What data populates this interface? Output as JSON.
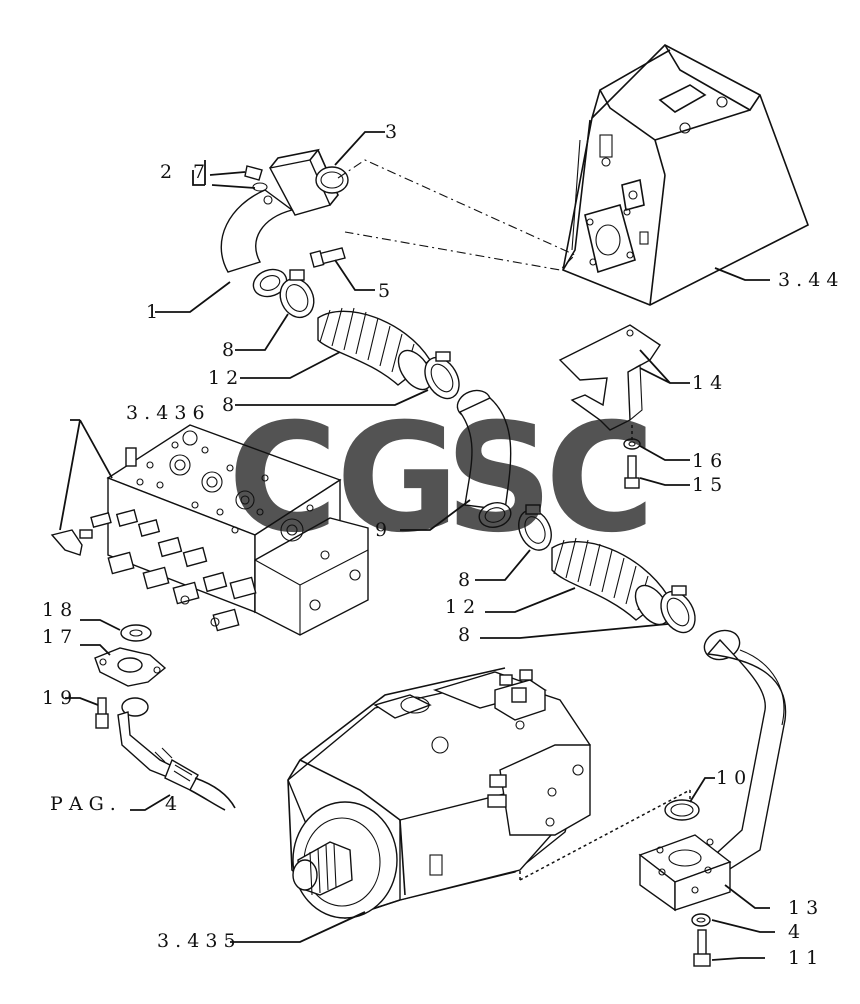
{
  "callouts": {
    "c1": "1",
    "c2": "2",
    "c7": "7",
    "c3": "3",
    "c5": "5",
    "c8a": "8",
    "c12a": "1 2",
    "c8b": "8",
    "c3436": "3 . 4 3 6",
    "c9": "9",
    "c14": "1 4",
    "c16": "1 6",
    "c15": "1 5",
    "c8c": "8",
    "c12b": "1 2",
    "c8d": "8",
    "c18": "1 8",
    "c17": "1 7",
    "c19": "1 9",
    "cpag": "P A G .",
    "cpag4": "4",
    "c10": "1 0",
    "c13": "1 3",
    "c4": "4",
    "c11": "1 1",
    "c3435": "3 . 4 3 5",
    "c344": "3 . 4 4"
  },
  "watermark": {
    "letters": [
      "C",
      "G",
      "S",
      "C"
    ],
    "colors": [
      "#4a86e8",
      "#e8605a",
      "#f2c744",
      "#3aa76d"
    ]
  }
}
